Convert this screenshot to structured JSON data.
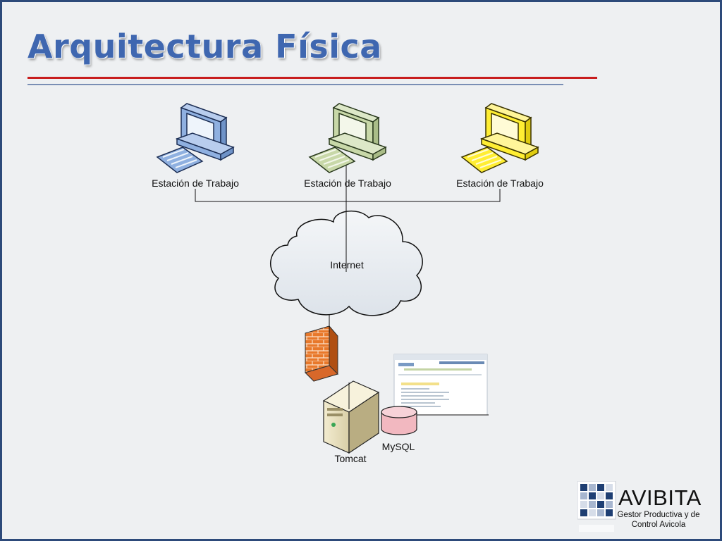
{
  "slide": {
    "title": "Arquitectura Física"
  },
  "diagram": {
    "workstations": [
      {
        "label": "Estación de Trabajo",
        "color": "#8fb0e0"
      },
      {
        "label": "Estación de Trabajo",
        "color": "#c8d8a8"
      },
      {
        "label": "Estación de Trabajo",
        "color": "#ffee33"
      }
    ],
    "cloud_label": "Internet",
    "server_label": "Tomcat",
    "database_label": "MySQL",
    "firewall_color": "#e8782a",
    "line_color": "#111111"
  },
  "logo": {
    "name": "AVIBITA",
    "tagline_line1": "Gestor Productiva y de",
    "tagline_line2": "Control Avicola"
  }
}
